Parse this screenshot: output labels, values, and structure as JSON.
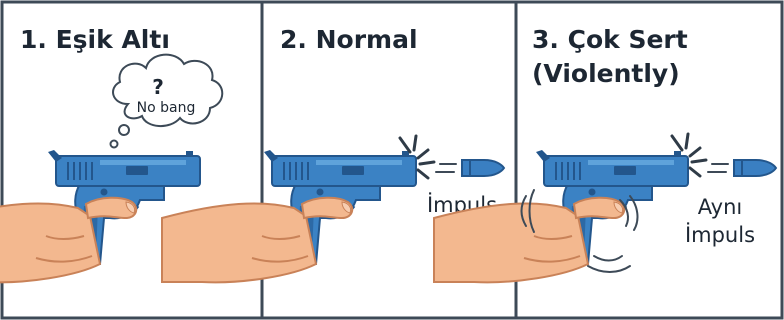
{
  "panels": [
    {
      "title": [
        "1. Eşik Altı"
      ],
      "thought": {
        "symbol": "?",
        "text": "No bang"
      }
    },
    {
      "title": [
        "2. Normal"
      ],
      "caption": [
        "İmpuls"
      ]
    },
    {
      "title": [
        "3. Çok Sert",
        "(Violently)"
      ],
      "caption": [
        "Aynı",
        "İmpuls"
      ]
    }
  ],
  "colors": {
    "border": "#3d4a57",
    "gun_body": "#3b82c4",
    "gun_dark": "#23568c",
    "gun_light": "#6fb0e6",
    "skin": "#f3b88f",
    "skin_dark": "#c98258",
    "bullet": "#3a7fc2",
    "flash": "#2f3b47"
  },
  "icons": [
    "pistol-icon",
    "hand-icon",
    "thought-bubble-icon",
    "muzzle-flash-icon",
    "bullet-icon",
    "motion-lines-icon"
  ]
}
